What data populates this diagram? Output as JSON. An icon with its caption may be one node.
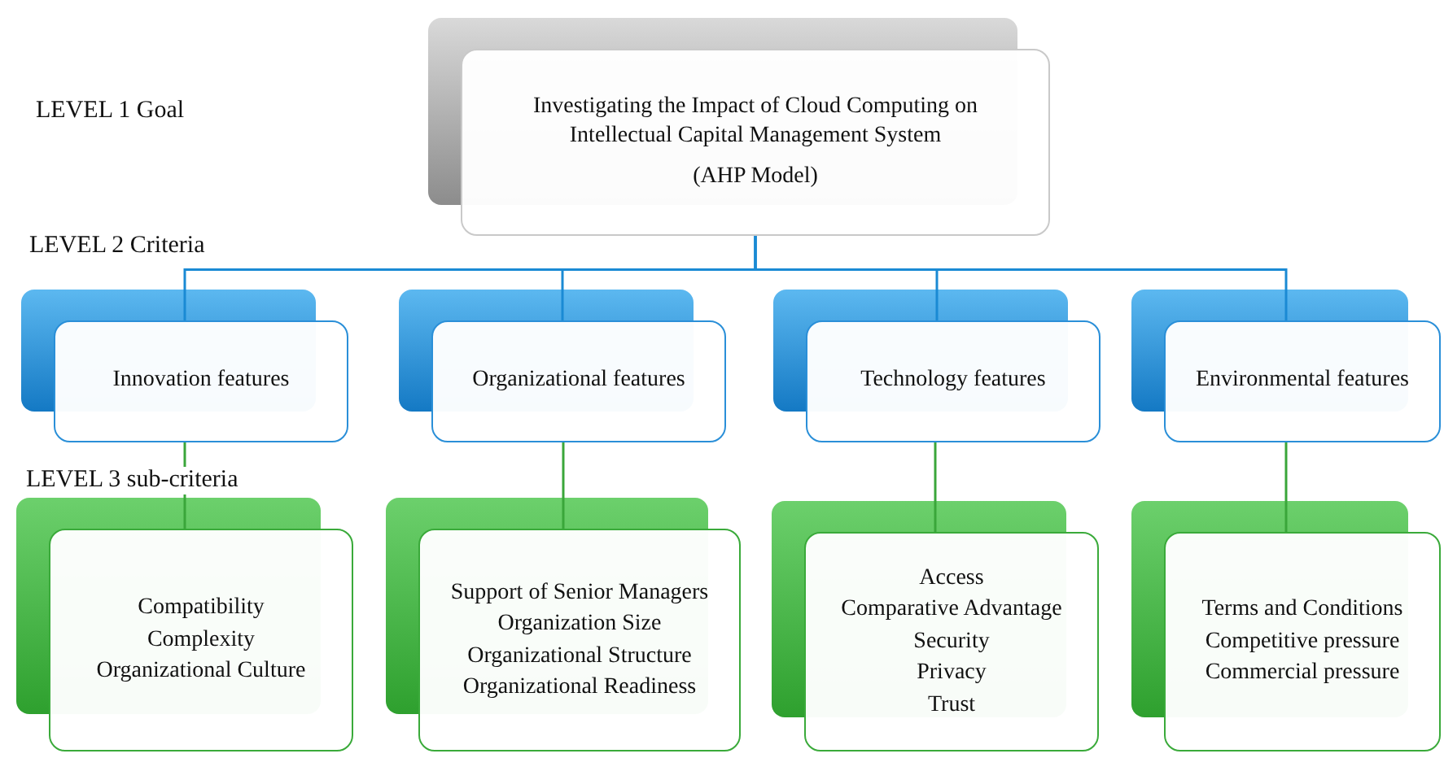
{
  "diagram": {
    "nodes": [
      {
        "text": [
          "Investigating the Impact of Cloud Computing on Intellectual Capital Management System",
          "(AHP Model)"
        ]
      },
      {
        "text": [
          "Innovation features"
        ]
      },
      {
        "text": [
          "Organizational features"
        ]
      },
      {
        "text": [
          "Technology features"
        ]
      },
      {
        "text": [
          "Environmental features"
        ]
      },
      {
        "text": [
          "Compatibility",
          "Complexity",
          "Organizational Culture"
        ]
      },
      {
        "text": [
          "Support of Senior Managers",
          "Organization Size",
          "Organizational Structure",
          "Organizational Readiness"
        ]
      },
      {
        "text": [
          "Access",
          "Comparative Advantage",
          "Security",
          "Privacy",
          "Trust"
        ]
      },
      {
        "text": [
          "Terms and Conditions",
          "Competitive pressure",
          "Commercial pressure"
        ]
      }
    ],
    "edges": [
      {
        "from": 0,
        "to": 1,
        "arrow": "none",
        "color": "#1a8ad4"
      },
      {
        "from": 0,
        "to": 2,
        "arrow": "none",
        "color": "#1a8ad4"
      },
      {
        "from": 0,
        "to": 3,
        "arrow": "none",
        "color": "#1a8ad4"
      },
      {
        "from": 0,
        "to": 4,
        "arrow": "none",
        "color": "#1a8ad4"
      },
      {
        "from": 1,
        "to": 5,
        "arrow": "none",
        "color": "#3aa63a"
      },
      {
        "from": 2,
        "to": 6,
        "arrow": "none",
        "color": "#3aa63a"
      },
      {
        "from": 3,
        "to": 7,
        "arrow": "none",
        "color": "#3aa63a"
      },
      {
        "from": 4,
        "to": 8,
        "arrow": "none",
        "color": "#3aa63a"
      }
    ],
    "labels": [
      "LEVEL 1 Goal",
      "LEVEL 2 Criteria",
      "LEVEL 3 sub-criteria"
    ]
  }
}
